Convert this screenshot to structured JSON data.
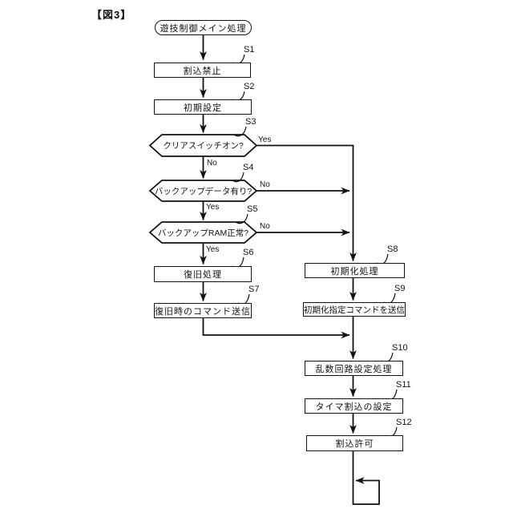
{
  "figure_title": "【図3】",
  "nodes": {
    "start": {
      "label": "遊技制御メイン処理"
    },
    "s1": {
      "step": "S1",
      "label": "割込禁止"
    },
    "s2": {
      "step": "S2",
      "label": "初期設定"
    },
    "s3": {
      "step": "S3",
      "label": "クリアスイッチオン?"
    },
    "s4": {
      "step": "S4",
      "label": "バックアップデータ有り?"
    },
    "s5": {
      "step": "S5",
      "label": "バックアップRAM正常?"
    },
    "s6": {
      "step": "S6",
      "label": "復旧処理"
    },
    "s7": {
      "step": "S7",
      "label": "復旧時のコマンド送信"
    },
    "s8": {
      "step": "S8",
      "label": "初期化処理"
    },
    "s9": {
      "step": "S9",
      "label": "初期化指定コマンドを送信"
    },
    "s10": {
      "step": "S10",
      "label": "乱数回路設定処理"
    },
    "s11": {
      "step": "S11",
      "label": "タイマ割込の設定"
    },
    "s12": {
      "step": "S12",
      "label": "割込許可"
    }
  },
  "edge_labels": {
    "s3_yes": "Yes",
    "s3_no": "No",
    "s4_no": "No",
    "s4_yes": "Yes",
    "s5_no": "No",
    "s5_yes": "Yes"
  },
  "colors": {
    "line": "#111111",
    "background": "#ffffff"
  }
}
